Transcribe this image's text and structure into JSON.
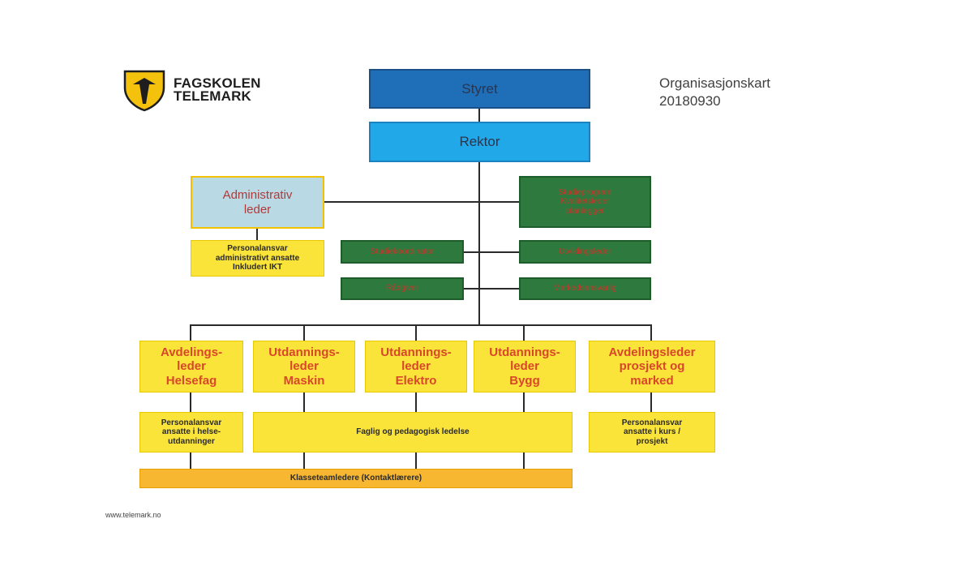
{
  "logo": {
    "line1": "FAGSKOLEN",
    "line2": "TELEMARK",
    "shield_color": "#f4c20d"
  },
  "title": {
    "line1": "Organisasjonskart",
    "line2": "20180930"
  },
  "nodes": {
    "styret": "Styret",
    "rektor": "Rektor",
    "admin": "Administrativ\nleder",
    "admin_sub": "Personalansvar\nadministrativt ansatte\nInkludert IKT",
    "green_top": "Studieprogram\nKvalitetsleder\nplanlegger",
    "green_left1": "Studiekoordinator",
    "green_right1": "Utviklingsleder",
    "green_left2": "Rådgiver",
    "green_right2": "Markedsansvarlig",
    "helse": "Avdelings-\nleder\nHelsefag",
    "maskin": "Utdannings-\nleder\nMaskin",
    "elektro": "Utdannings-\nleder\nElektro",
    "bygg": "Utdannings-\nleder\nBygg",
    "prosjekt": "Avdelingsleder\nprosjekt og\nmarked",
    "helse_sub": "Personalansvar\nansatte i helse-\nutdanninger",
    "faglig": "Faglig og pedagogisk ledelse",
    "prosjekt_sub": "Personalansvar\nansatte i kurs /\nprosjekt",
    "klasse": "Klasseteamledere (Kontaktlærere)"
  },
  "footer": "www.telemark.no"
}
